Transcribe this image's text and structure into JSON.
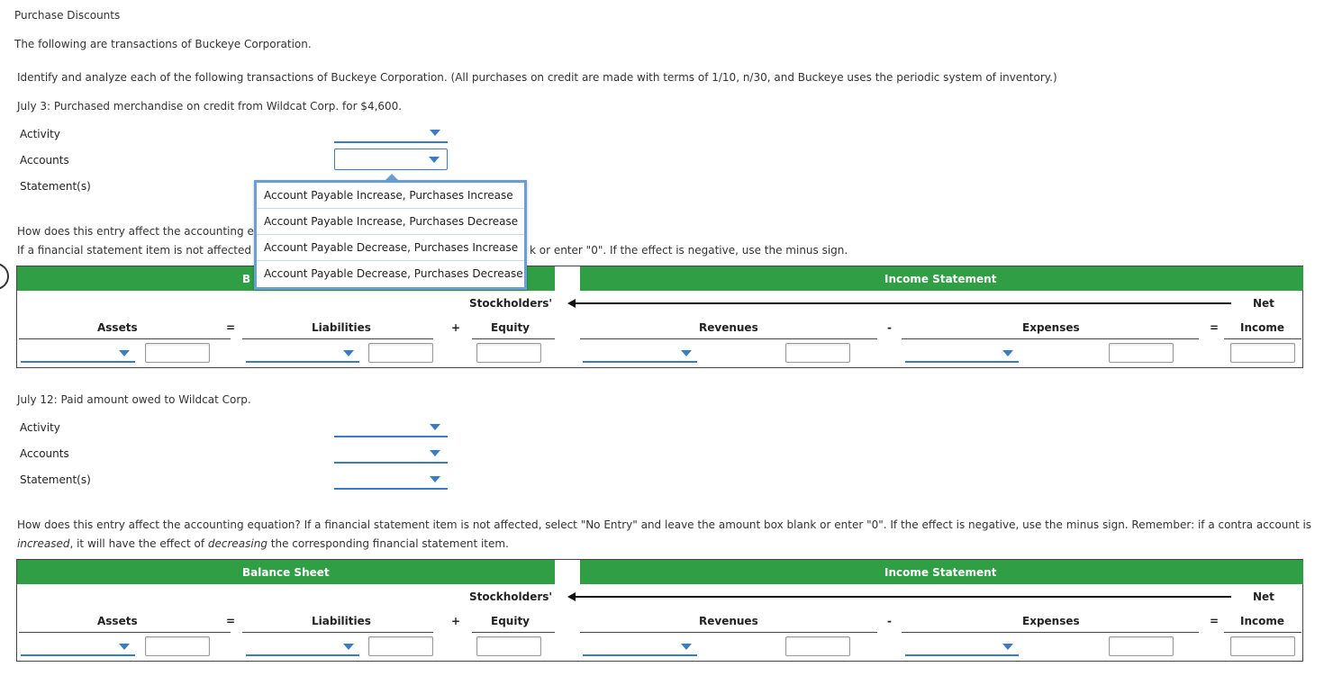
{
  "page": {
    "title": "Purchase Discounts",
    "intro": "The following are transactions of Buckeye Corporation.",
    "instructions": "Identify and analyze each of the following transactions of Buckeye Corporation. (All purchases on credit are made with terms of 1/10, n/30, and Buckeye uses the periodic system of inventory.)"
  },
  "labels": {
    "activity": "Activity",
    "accounts": "Accounts",
    "statements": "Statement(s)"
  },
  "txn1": {
    "heading": "July 3: Purchased merchandise on credit from Wildcat Corp. for $4,600.",
    "question_line1": "How does this entry affect the accounting e",
    "question_line2_start": "If a financial statement item is not affected",
    "question_line2_end": "k or enter \"0\". If the effect is negative, use the minus sign."
  },
  "dropdown_menu": {
    "options": [
      "Account Payable Increase, Purchases Increase",
      "Account Payable Increase, Purchases Decrease",
      "Account Payable Decrease, Purchases Increase",
      "Account Payable Decrease, Purchases Decrease"
    ]
  },
  "txn2": {
    "heading": "July 12: Paid amount owed to Wildcat Corp.",
    "question_line1": "How does this entry affect the accounting equation? If a financial statement item is not affected, select \"No Entry\" and leave the amount box blank or enter \"0\". If the effect is negative, use the minus sign. Remember: if a contra account is",
    "q2_a": "increased",
    "q2_b": ", it will have the effect of ",
    "q2_c": "decreasing",
    "q2_d": " the corresponding financial statement item."
  },
  "table": {
    "balance_sheet": "Balance Sheet",
    "balance_sheet_partial": "B",
    "income_statement": "Income Statement",
    "stockholders": "Stockholders'",
    "net": "Net",
    "assets": "Assets",
    "equals": "=",
    "liabilities": "Liabilities",
    "plus": "+",
    "equity": "Equity",
    "revenues": "Revenues",
    "minus": "-",
    "expenses": "Expenses",
    "income": "Income"
  },
  "colors": {
    "header_green": "#2f9e44",
    "dropdown_blue": "#3a7bc8"
  }
}
